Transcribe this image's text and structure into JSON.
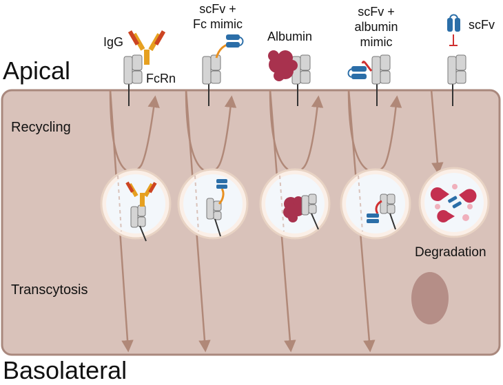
{
  "labels": {
    "apical": "Apical",
    "basolateral": "Basolateral",
    "recycling": "Recycling",
    "transcytosis": "Transcytosis",
    "degradation": "Degradation",
    "igg": "IgG",
    "fcrn": "FcRn",
    "scfv_fc_line1": "scFv +",
    "scfv_fc_line2": "Fc mimic",
    "albumin": "Albumin",
    "scfv_alb_line1": "scFv +",
    "scfv_alb_line2": "albumin",
    "scfv_alb_line3": "mimic",
    "scfv": "scFv"
  },
  "colors": {
    "cell_fill": "#d9c2ba",
    "cell_stroke": "#a9887d",
    "arrow": "#b08878",
    "receptor": "#d4d4d4",
    "igg_gold": "#e6a020",
    "igg_red": "#cc4422",
    "scfv_blue": "#2b6ea8",
    "fc_orange": "#e89020",
    "albumin": "#a8324e",
    "mimic_red": "#d03030",
    "protease": "#c43050",
    "nucleus": "#b58e87"
  }
}
